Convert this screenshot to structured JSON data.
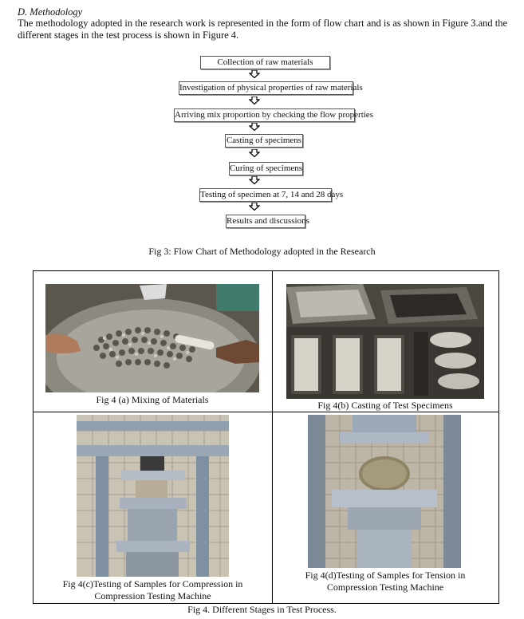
{
  "section": {
    "heading": "D.  Methodology",
    "paragraph": "The methodology adopted in the research work is represented in the form of flow chart and is as shown in Figure 3.and the different stages in the test process is shown in Figure 4."
  },
  "flowchart": {
    "steps": [
      "Collection of raw materials",
      "Investigation of physical properties of raw materials",
      "Arriving mix proportion by checking the flow properties",
      "Casting of specimens",
      "Curing of specimens",
      "Testing of specimen at 7, 14 and 28 days",
      "Results and discussions"
    ],
    "caption": "Fig 3: Flow Chart of Methodology adopted in the Research"
  },
  "figure4": {
    "panels": [
      {
        "caption": "Fig 4 (a)  Mixing of Materials"
      },
      {
        "caption": "Fig 4(b) Casting of Test Specimens"
      },
      {
        "caption_line1": "Fig 4(c)Testing of Samples for Compression in",
        "caption_line2": "Compression Testing Machine"
      },
      {
        "caption_line1": "Fig 4(d)Testing of Samples for Tension in",
        "caption_line2": "Compression Testing Machine"
      }
    ],
    "caption": "Fig 4.  Different Stages in Test Process."
  }
}
